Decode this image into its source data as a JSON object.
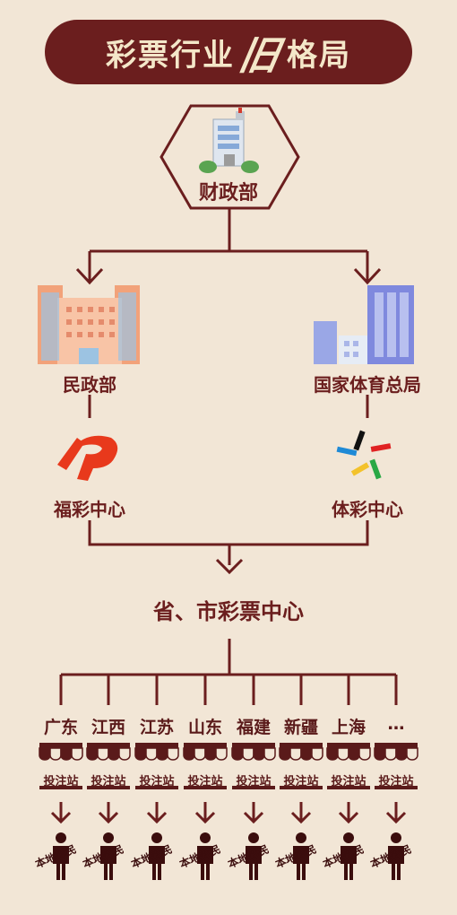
{
  "title": {
    "prefix": "彩票行业",
    "old": "旧",
    "suffix": "格局"
  },
  "top": {
    "label": "财政部"
  },
  "left": {
    "dept": "民政部",
    "center": "福彩中心"
  },
  "right": {
    "dept": "国家体育总局",
    "center": "体彩中心"
  },
  "provincial": "省、市彩票中心",
  "provinces": [
    "广东",
    "江西",
    "江苏",
    "山东",
    "福建",
    "新疆",
    "上海",
    "…"
  ],
  "store_label": "投注站",
  "people_label": "本地彩民",
  "colors": {
    "brown": "#6b1e1e",
    "background": "#f2e6d6",
    "accent_red": "#e8391c"
  }
}
